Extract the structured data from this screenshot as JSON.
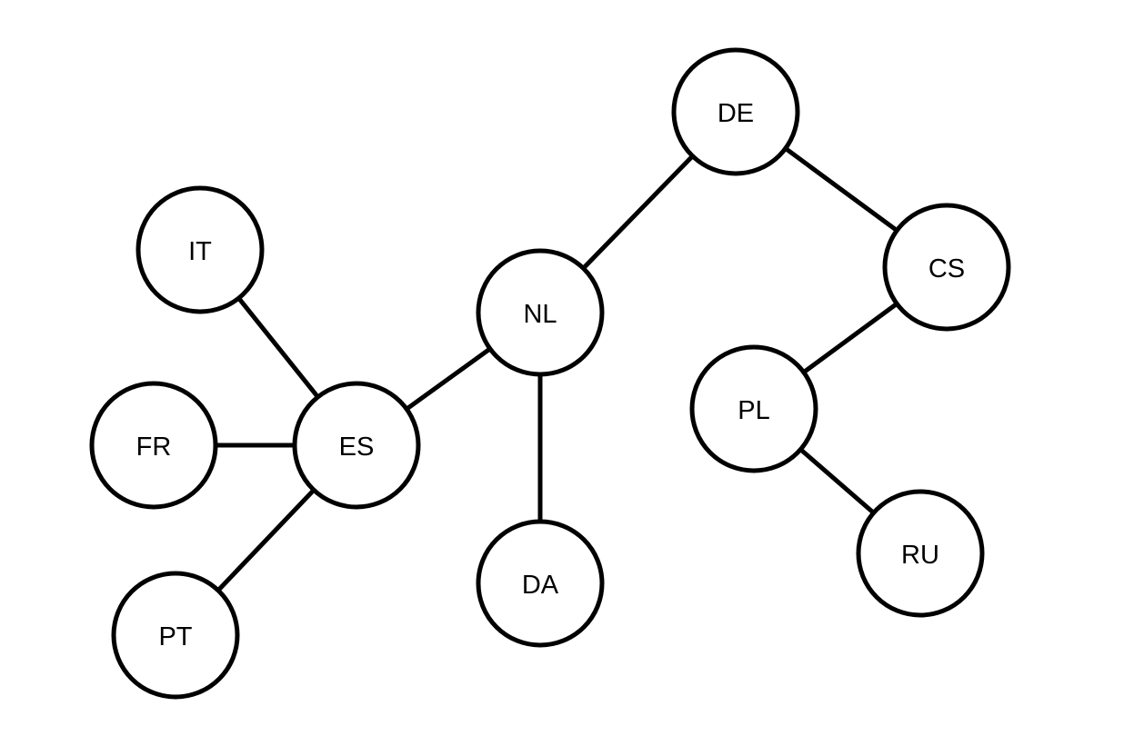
{
  "nodes": [
    {
      "id": "DE",
      "label": "DE"
    },
    {
      "id": "CS",
      "label": "CS"
    },
    {
      "id": "IT",
      "label": "IT"
    },
    {
      "id": "NL",
      "label": "NL"
    },
    {
      "id": "PL",
      "label": "PL"
    },
    {
      "id": "FR",
      "label": "FR"
    },
    {
      "id": "ES",
      "label": "ES"
    },
    {
      "id": "RU",
      "label": "RU"
    },
    {
      "id": "DA",
      "label": "DA"
    },
    {
      "id": "PT",
      "label": "PT"
    }
  ],
  "edges": [
    {
      "from": "NL",
      "to": "DE"
    },
    {
      "from": "DE",
      "to": "CS"
    },
    {
      "from": "CS",
      "to": "PL"
    },
    {
      "from": "PL",
      "to": "RU"
    },
    {
      "from": "ES",
      "to": "NL"
    },
    {
      "from": "NL",
      "to": "DA"
    },
    {
      "from": "IT",
      "to": "ES"
    },
    {
      "from": "FR",
      "to": "ES"
    },
    {
      "from": "ES",
      "to": "PT"
    }
  ]
}
